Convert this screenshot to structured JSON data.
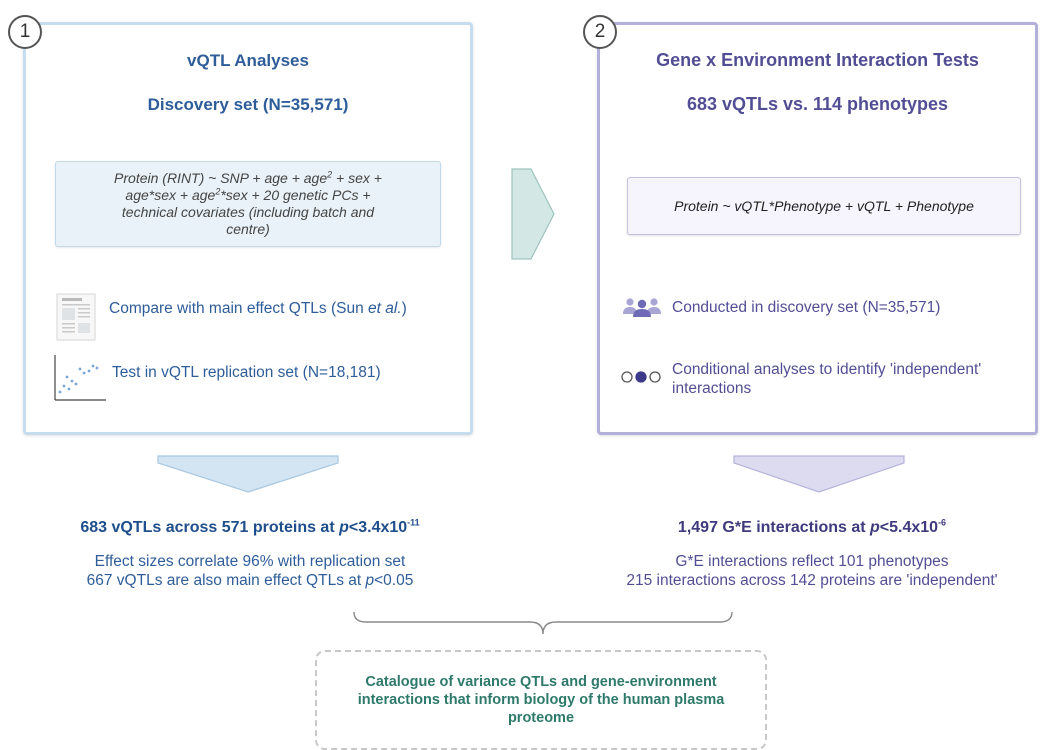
{
  "step1": {
    "number": "1",
    "title": "vQTL Analyses",
    "subtitle": "Discovery set (N=35,571)",
    "formula": {
      "line1_pre": "Protein (RINT) ~ SNP + age + age",
      "line1_sup": "2",
      "line1_post": " + sex +",
      "line2_pre": "age*sex + age",
      "line2_sup": "2",
      "line2_post": "*sex + 20 genetic PCs +",
      "line3": "technical covariates (including batch and",
      "line4": "centre)"
    },
    "items": {
      "compare_pre": "Compare with main effect QTLs (Sun ",
      "compare_em": "et al.",
      "compare_post": ")",
      "test": "Test in vQTL replication set (N=18,181)"
    },
    "result": {
      "headline_pre": "683 vQTLs across 571 proteins at ",
      "headline_p": "p",
      "headline_mid": "<3.4x10",
      "headline_sup": "-11",
      "line1": "Effect sizes correlate 96% with replication set",
      "line2_pre": "667 vQTLs are also main effect QTLs at ",
      "line2_p": "p",
      "line2_post": "<0.05"
    }
  },
  "step2": {
    "number": "2",
    "title": "Gene x Environment Interaction Tests",
    "subtitle": "683 vQTLs vs. 114 phenotypes",
    "formula": "Protein ~ vQTL*Phenotype + vQTL + Phenotype",
    "items": {
      "conducted": "Conducted in discovery set (N=35,571)",
      "conditional_line1": "Conditional analyses to identify 'independent'",
      "conditional_line2": "interactions"
    },
    "result": {
      "headline_pre": "1,497 G*E interactions at ",
      "headline_p": "p",
      "headline_mid": "<5.4x10",
      "headline_sup": "-6",
      "line1": "G*E interactions reflect 101 phenotypes",
      "line2": "215 interactions across 142 proteins are 'independent'"
    }
  },
  "final": {
    "line1": "Catalogue of variance QTLs and gene-environment",
    "line2": "interactions that inform biology of the human plasma",
    "line3": "proteome"
  },
  "icons": {
    "document": "document-icon",
    "scatter": "scatter-plot-icon",
    "people": "people-group-icon",
    "circles": "three-circles-icon",
    "arrow": "chevron-arrow-icon"
  },
  "colors": {
    "blue_title": "#2e5d9a",
    "purple_title": "#524e95",
    "teal_final": "#2e7a6a",
    "panel1_border": "#c6dcef",
    "panel2_border": "#b3b0d9"
  }
}
